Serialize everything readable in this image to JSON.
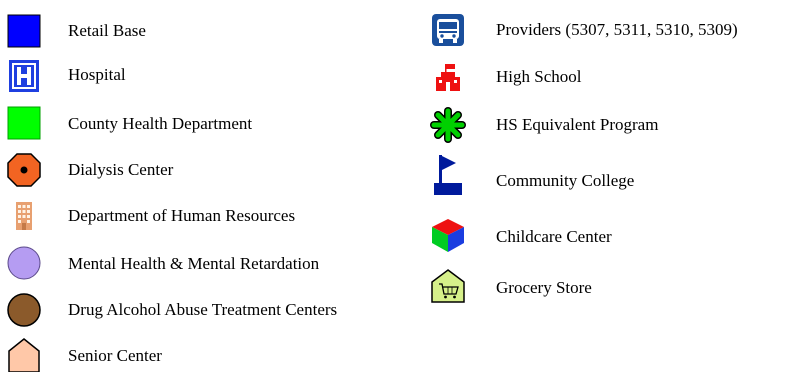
{
  "legend": {
    "left": [
      {
        "label": "Retail Base",
        "icon": "blue-square-icon",
        "color": "#0000ff"
      },
      {
        "label": "Hospital",
        "icon": "hospital-h-icon",
        "color": "#1f3fe0"
      },
      {
        "label": "County Health Department",
        "icon": "green-square-icon",
        "color": "#00ff00"
      },
      {
        "label": "Dialysis Center",
        "icon": "dialysis-octagon-icon",
        "color": "#f26422"
      },
      {
        "label": "Department of Human Resources",
        "icon": "building-icon",
        "color": "#e8a070"
      },
      {
        "label": "Mental Health & Mental Retardation",
        "icon": "lavender-circle-icon",
        "color": "#b59cf2"
      },
      {
        "label": "Drug Alcohol Abuse Treatment Centers",
        "icon": "brown-circle-icon",
        "color": "#8b5a2b"
      },
      {
        "label": "Senior Center",
        "icon": "house-outline-icon",
        "color": "#ffc8a8"
      }
    ],
    "right": [
      {
        "label": "Providers (5307, 5311, 5310, 5309)",
        "icon": "bus-icon",
        "color": "#1a4f9c"
      },
      {
        "label": "High School",
        "icon": "school-building-icon",
        "color": "#ee1111"
      },
      {
        "label": "HS Equivalent Program",
        "icon": "green-asterisk-icon",
        "color": "#00d000"
      },
      {
        "label": "Community College",
        "icon": "flag-icon",
        "color": "#001a9c"
      },
      {
        "label": "Childcare Center",
        "icon": "childcare-cube-icon",
        "color": "#ee1111"
      },
      {
        "label": "Grocery Store",
        "icon": "grocery-house-icon",
        "color": "#d6f08a"
      }
    ]
  }
}
